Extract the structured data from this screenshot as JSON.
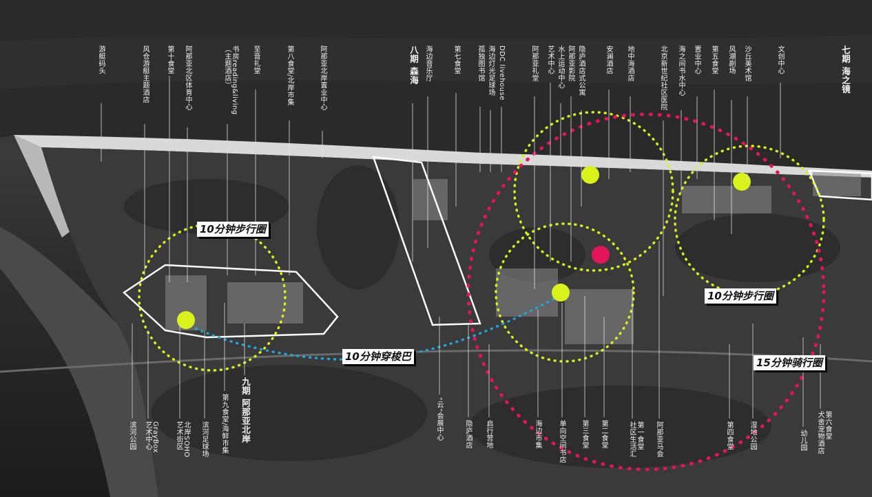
{
  "colors": {
    "lime": "#d9f21c",
    "magenta": "#e3155a",
    "cyan": "#1fa6d6",
    "outline": "#ffffff"
  },
  "badges": {
    "walk_west": "10分钟步行圈",
    "walk_east": "10分钟步行圈",
    "shuttle": "10分钟穿梭巴",
    "bike": "15分钟骑行圈"
  },
  "top_labels": {
    "youting": "游艇码头",
    "fengcang": "风仓游艇主题酒店",
    "shishitang": "第十食堂",
    "anaya_sports": "阿那亚北区体育中心",
    "shufang": "书房reading&living\n（主题酒店）",
    "zhiyin": "至音礼堂",
    "baba": "第八食堂/北岸市集",
    "anaya_sales": "阿那亚北岸置业中心",
    "baqi": "八期  森海",
    "haibian_music": "海边音乐厅",
    "qishitang": "第七食堂",
    "gudu": "孤独图书馆",
    "haideng": "海边灯光足球场",
    "ddc": "DDC livehouse",
    "anaya_chapel": "阿那亚礼堂",
    "art_center": "艺术中心",
    "water_sports": "水上运动中心",
    "anaya_cinema": "阿那亚影院",
    "yinlu": "隐庐酒店式公寓",
    "anlan": "安澜酒店",
    "dizhonghai": "地中海酒店",
    "beijing_hospital": "北京新世纪社区医院",
    "zhijian": "海之间书水中心",
    "zhiye": "置业中心",
    "diwu": "第五食堂",
    "fengchao": "风潮剧场",
    "shaqiu": "沙丘美术馆",
    "wenchuang": "文创中心",
    "qiqi": "七期  海之镜"
  },
  "bottom_labels": {
    "binhe_park": "滨河公园",
    "graybox": "GrayBox\n艺术中心",
    "soho": "北岸SOHO\n艺术街区",
    "binhe_field": "滨河足球场",
    "jiushitang": "第九食堂/海鲜市集",
    "jiuqi": "九期  阿那亚北岸",
    "yun": "“云”会展中心",
    "yinlu_hotel": "隐庐酒店",
    "qihang": "启行营地",
    "haibian_market": "海边市集",
    "danxiang": "单向空间书店",
    "disan": "第三食堂",
    "dier": "第二食堂",
    "diyi": "第一食堂\n社区生活汇",
    "anaya_horse": "阿那亚马会",
    "disi": "第四食堂",
    "shidi": "湿地公园",
    "youer": "幼儿园",
    "diliu": "第六食堂\n犬舍宠物酒店"
  }
}
